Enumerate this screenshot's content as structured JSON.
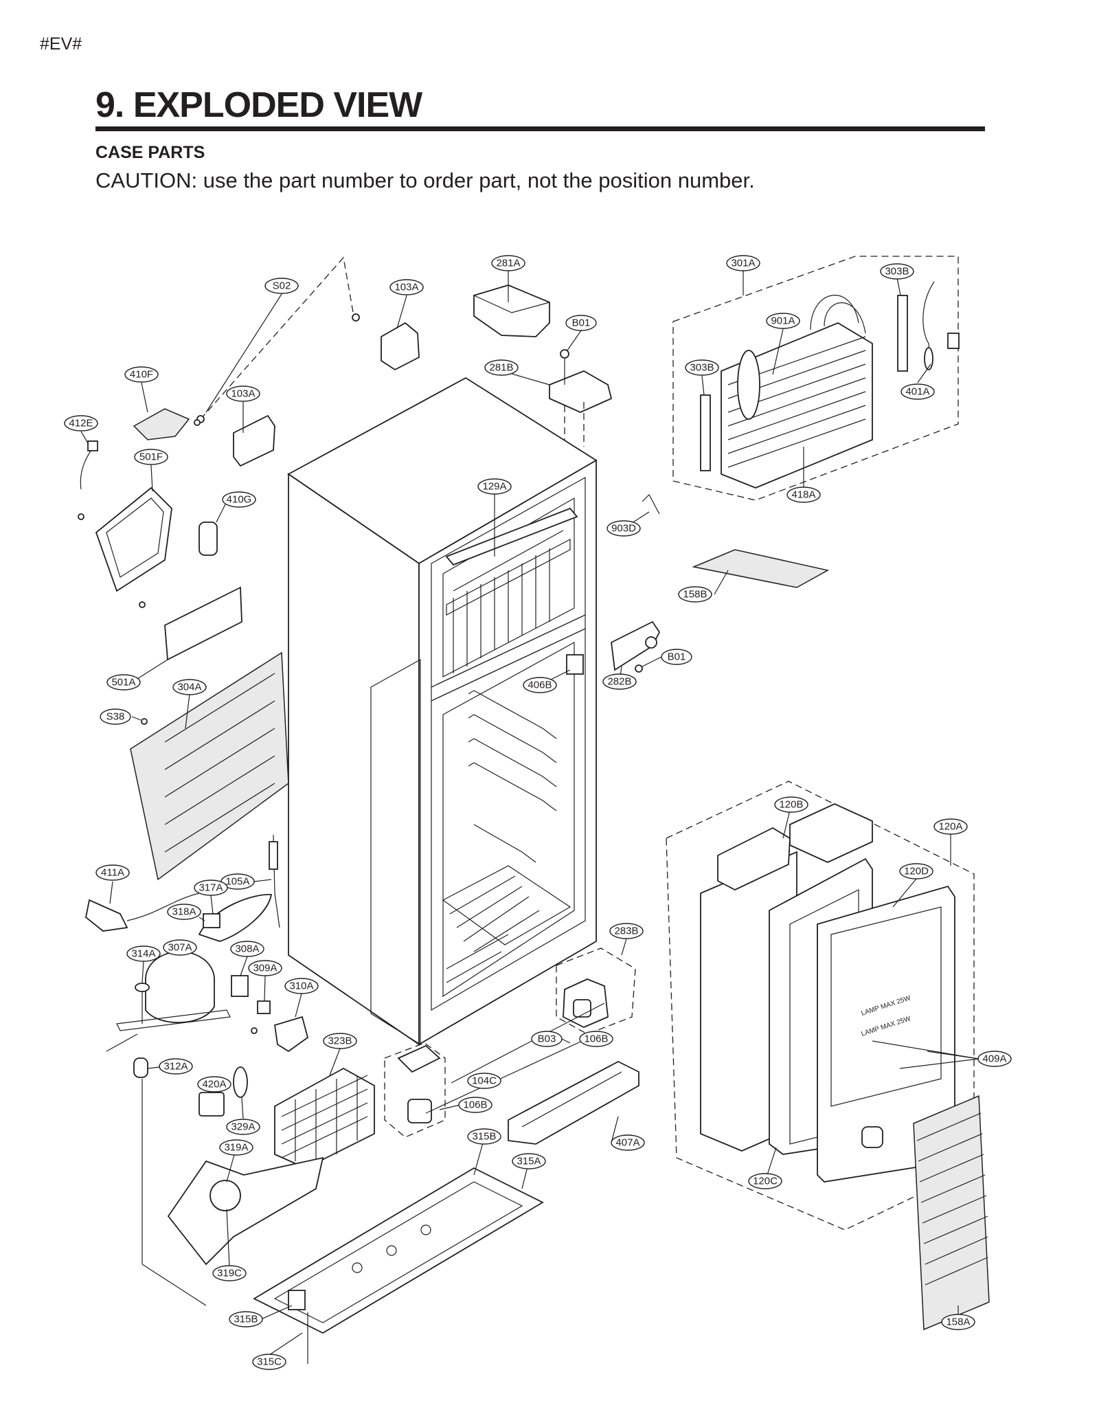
{
  "header": {
    "tag": "#EV#",
    "title": "9. EXPLODED VIEW",
    "subtitle": "CASE PARTS",
    "caution": "CAUTION: use the part number to order part, not the position number."
  },
  "diagram": {
    "callouts": {
      "c281A": "281A",
      "c301A": "301A",
      "c303B_top": "303B",
      "cS02": "S02",
      "c103A_top": "103A",
      "cB01_top": "B01",
      "c901A": "901A",
      "c410F": "410F",
      "c281B": "281B",
      "c303B_left": "303B",
      "c103A_left": "103A",
      "c401A": "401A",
      "c412E": "412E",
      "c501F": "501F",
      "c129A": "129A",
      "c418A": "418A",
      "c410G": "410G",
      "c903D": "903D",
      "c158B": "158B",
      "cB01_mid": "B01",
      "c501A": "501A",
      "c406B": "406B",
      "c282B": "282B",
      "c304A": "304A",
      "cS38": "S38",
      "c120B": "120B",
      "c120A": "120A",
      "c411A": "411A",
      "c105A": "105A",
      "c120D": "120D",
      "c317A": "317A",
      "c318A": "318A",
      "c283B": "283B",
      "c307A": "307A",
      "c314A": "314A",
      "c308A": "308A",
      "c309A": "309A",
      "c310A": "310A",
      "cB03": "B03",
      "c106B_r": "106B",
      "c323B": "323B",
      "c409A": "409A",
      "c312A": "312A",
      "c104C": "104C",
      "c420A": "420A",
      "c106B_l": "106B",
      "c329A": "329A",
      "c315B_top": "315B",
      "c407A": "407A",
      "c319A": "319A",
      "c315A": "315A",
      "c120C": "120C",
      "c319C": "319C",
      "c315B_bot": "315B",
      "c158A": "158A",
      "c315C": "315C"
    },
    "door_labels": [
      "LAMP MAX 25W",
      "LAMP MAX 25W"
    ]
  }
}
